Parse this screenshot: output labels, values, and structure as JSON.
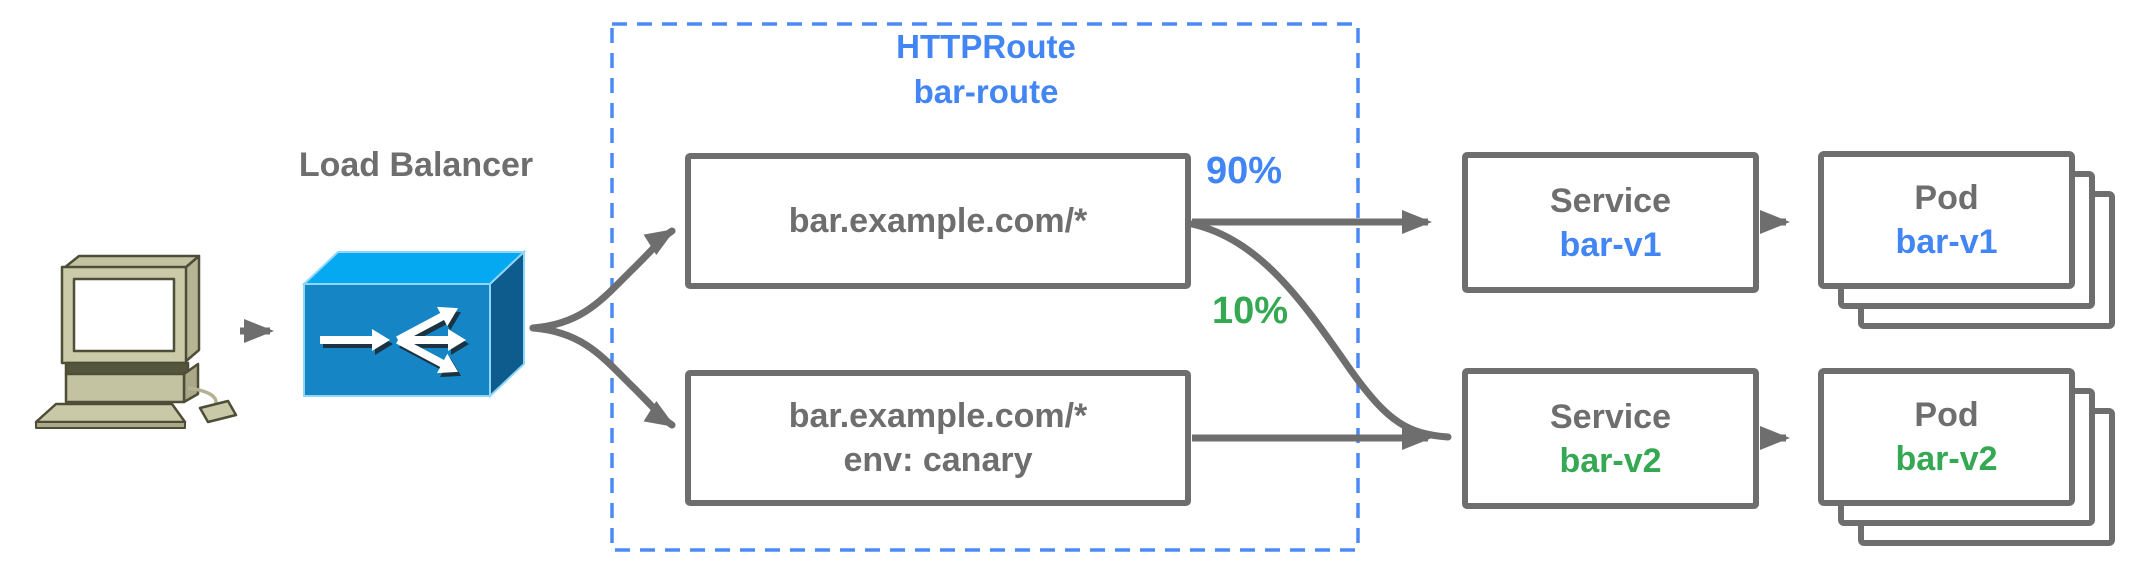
{
  "diagram": {
    "load_balancer_label": "Load Balancer",
    "httproute": {
      "name_line1": "HTTPRoute",
      "name_line2": "bar-route",
      "rule_primary_host": "bar.example.com/*",
      "rule_canary_host": "bar.example.com/*",
      "rule_canary_header": "env: canary",
      "weight_primary": "90%",
      "weight_canary": "10%"
    },
    "service_v1": {
      "kind": "Service",
      "name": "bar-v1"
    },
    "service_v2": {
      "kind": "Service",
      "name": "bar-v2"
    },
    "pod_v1": {
      "kind": "Pod",
      "name": "bar-v1"
    },
    "pod_v2": {
      "kind": "Pod",
      "name": "bar-v2"
    },
    "icons": {
      "client": "desktop-computer-icon",
      "load_balancer": "load-balancer-icon"
    },
    "colors": {
      "accent_blue": "#4285f4",
      "accent_green": "#34a853",
      "line_gray": "#6e6e6e",
      "dashed_border_blue": "#4c8bf5",
      "lb_front": "#1585c5",
      "lb_top": "#05a9f1",
      "lb_side": "#0d5c8d",
      "client_beige": "#cbcbaa"
    }
  }
}
